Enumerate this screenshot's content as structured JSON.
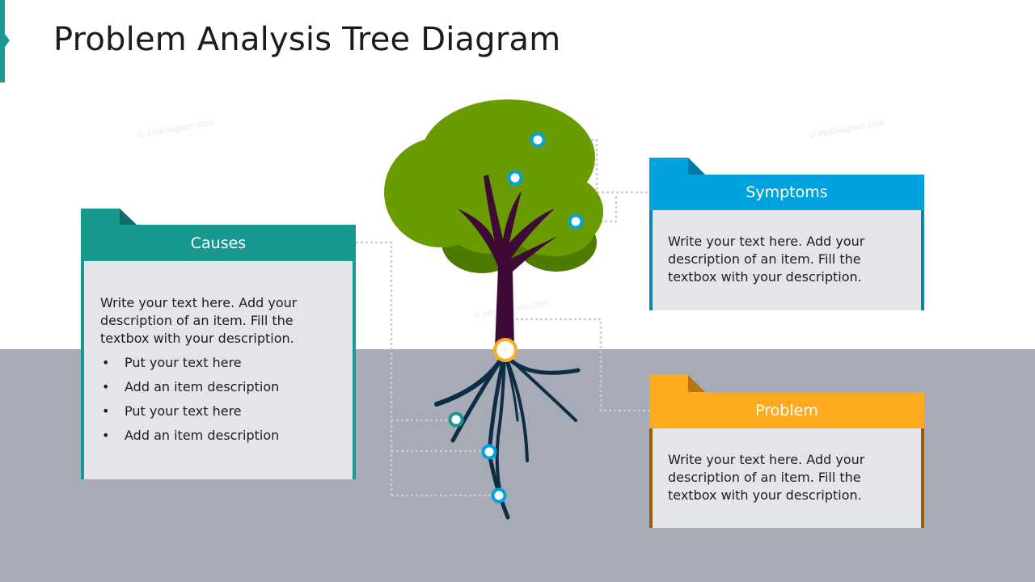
{
  "slide": {
    "title": "Problem Analysis Tree Diagram",
    "watermark": "© infoDiagram.com"
  },
  "colors": {
    "causes": "#17998f",
    "symptoms": "#00a3dd",
    "problem": "#fdaa1e",
    "ground": "#a6abb7",
    "foliage": "#6a9c00",
    "trunk": "#3f0b36",
    "roots": "#0d2d45",
    "card_body": "#e4e5ea"
  },
  "cards": {
    "causes": {
      "label": "Causes",
      "text": "Write your text here. Add your description of an item. Fill the textbox with your description.",
      "bullets": [
        "Put your text here",
        "Add an item description",
        "Put your text here",
        "Add an item description"
      ]
    },
    "symptoms": {
      "label": "Symptoms",
      "text": "Write your text here. Add your description of an item. Fill the textbox with your description."
    },
    "problem": {
      "label": "Problem",
      "text": "Write your text here. Add your description of an item. Fill the textbox with your description."
    }
  },
  "icons": [
    "tree-icon",
    "connector-dot-icon",
    "folder-tab-icon"
  ]
}
